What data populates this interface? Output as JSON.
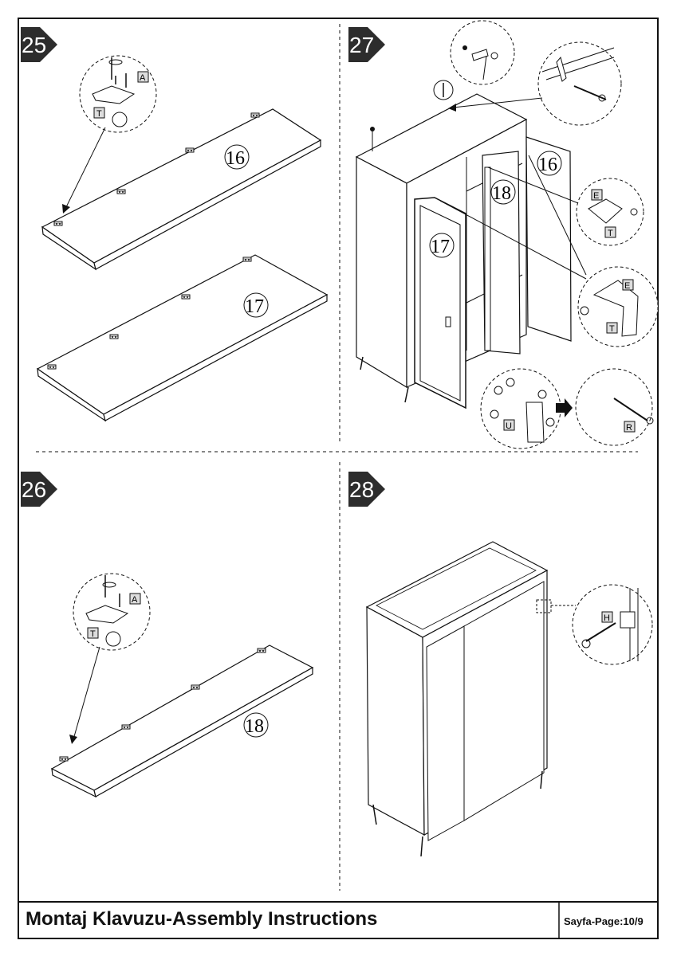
{
  "steps": [
    {
      "number": "25",
      "parts": [
        "16",
        "17"
      ],
      "hardware": [
        "A",
        "T"
      ]
    },
    {
      "number": "26",
      "parts": [
        "18"
      ],
      "hardware": [
        "A",
        "T"
      ]
    },
    {
      "number": "27",
      "parts": [
        "16",
        "17",
        "18"
      ],
      "hardware": [
        "E",
        "T",
        "E",
        "T",
        "U",
        "R"
      ]
    },
    {
      "number": "28",
      "parts": [],
      "hardware": [
        "H"
      ]
    }
  ],
  "footer": {
    "title": "Montaj Klavuzu-Assembly Instructions",
    "page": "Sayfa-Page:10/9"
  }
}
